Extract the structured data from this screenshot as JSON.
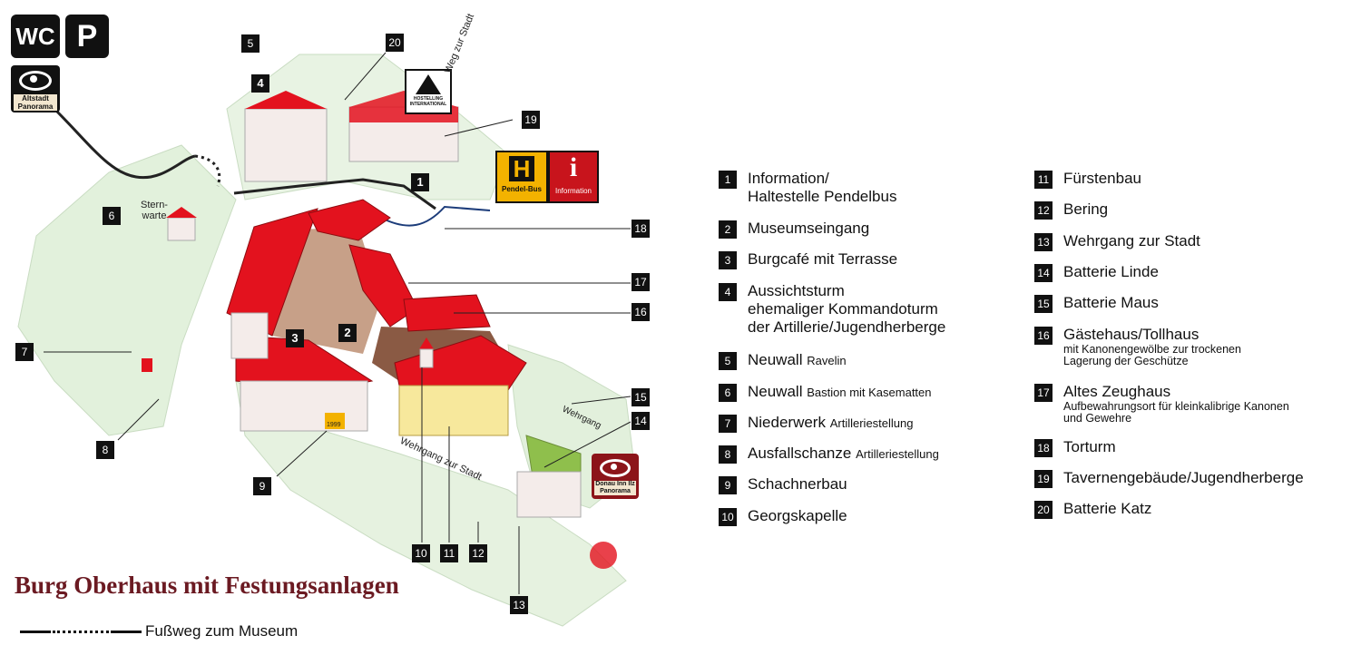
{
  "title": "Burg Oberhaus mit Festungsanlagen",
  "footpath_label": "Fußweg zum Museum",
  "icons": {
    "wc": "WC",
    "parking": "P",
    "altstadt_panorama": "Altstadt Panorama",
    "donau_panorama": "Donau Inn Ilz Panorama",
    "hostel": "HOSTELLING INTERNATIONAL",
    "pendelbus_letter": "H",
    "pendelbus": "Pendel-Bus",
    "info_letter": "i",
    "information": "Information"
  },
  "map_labels": {
    "sternwarte": "Stern- warte",
    "weg_zur_stadt": "Weg zur Stadt",
    "wehrgang": "Wehrgang",
    "wehrgang_zur_stadt": "Wehrgang zur Stadt",
    "plaque": "1999"
  },
  "map_markers": [
    "1",
    "2",
    "3",
    "4",
    "5",
    "6",
    "7",
    "8",
    "9",
    "10",
    "11",
    "12",
    "13",
    "14",
    "15",
    "16",
    "17",
    "18",
    "19",
    "20"
  ],
  "legend": [
    {
      "num": "1",
      "text": "Information/",
      "line2": "Haltestelle Pendelbus"
    },
    {
      "num": "2",
      "text": "Museumseingang"
    },
    {
      "num": "3",
      "text": "Burgcafé mit Terrasse"
    },
    {
      "num": "4",
      "text": "Aussichtsturm",
      "line2": "ehemaliger Kommandoturm",
      "line3": "der Artillerie/Jugendherberge"
    },
    {
      "num": "5",
      "text": "Neuwall",
      "sub": "Ravelin"
    },
    {
      "num": "6",
      "text": "Neuwall",
      "sub": "Bastion mit Kasematten"
    },
    {
      "num": "7",
      "text": "Niederwerk",
      "sub": "Artilleriestellung"
    },
    {
      "num": "8",
      "text": "Ausfallschanze",
      "sub": "Artilleriestellung"
    },
    {
      "num": "9",
      "text": "Schachnerbau"
    },
    {
      "num": "10",
      "text": "Georgskapelle"
    },
    {
      "num": "11",
      "text": "Fürstenbau"
    },
    {
      "num": "12",
      "text": "Bering"
    },
    {
      "num": "13",
      "text": "Wehrgang zur Stadt"
    },
    {
      "num": "14",
      "text": "Batterie Linde"
    },
    {
      "num": "15",
      "text": "Batterie Maus"
    },
    {
      "num": "16",
      "text": "Gästehaus/Tollhaus",
      "small1": "mit Kanonengewölbe zur trockenen",
      "small2": "Lagerung der Geschütze"
    },
    {
      "num": "17",
      "text": "Altes Zeughaus",
      "small1": "Aufbewahrungsort für kleinkalibrige Kanonen",
      "small2": "und Gewehre"
    },
    {
      "num": "18",
      "text": "Torturm"
    },
    {
      "num": "19",
      "text": "Tavernengebäude/Jugendherberge"
    },
    {
      "num": "20",
      "text": "Batterie Katz"
    }
  ],
  "colors": {
    "roof": "#e3121e",
    "wall": "#f4ecea",
    "grass": "#dbeed3",
    "courtyard": "#c7a088",
    "title": "#6b1a22",
    "badge": "#111111",
    "pendel": "#f3b200",
    "info": "#c8141c"
  }
}
